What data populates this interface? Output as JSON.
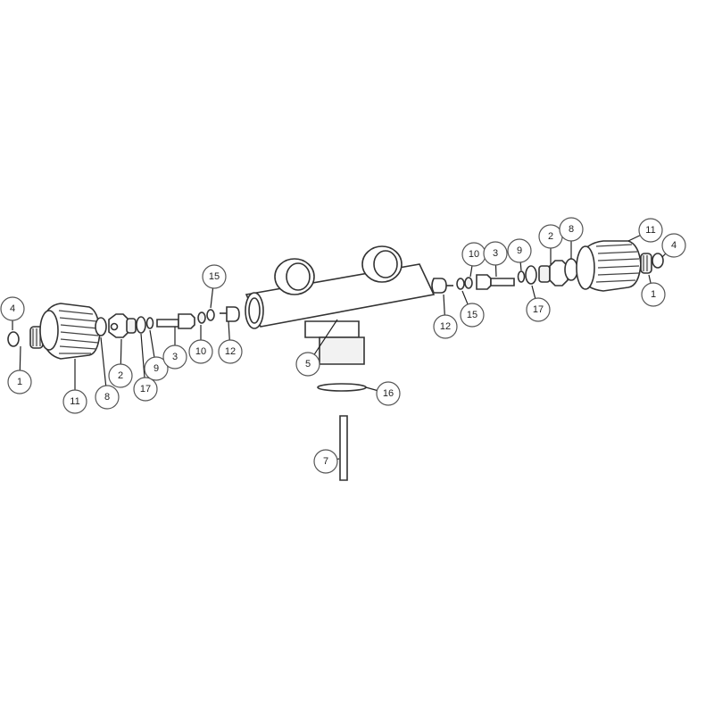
{
  "diagram": {
    "title": "Twin manifold valve exploded view",
    "callouts": [
      {
        "label": "4"
      },
      {
        "label": "1"
      },
      {
        "label": "11"
      },
      {
        "label": "8"
      },
      {
        "label": "2"
      },
      {
        "label": "17"
      },
      {
        "label": "9"
      },
      {
        "label": "3"
      },
      {
        "label": "10"
      },
      {
        "label": "12"
      },
      {
        "label": "15"
      },
      {
        "label": "5"
      },
      {
        "label": "12"
      },
      {
        "label": "15"
      },
      {
        "label": "10"
      },
      {
        "label": "3"
      },
      {
        "label": "9"
      },
      {
        "label": "17"
      },
      {
        "label": "2"
      },
      {
        "label": "8"
      },
      {
        "label": "11"
      },
      {
        "label": "4"
      },
      {
        "label": "1"
      },
      {
        "label": "16"
      },
      {
        "label": "7"
      }
    ]
  }
}
